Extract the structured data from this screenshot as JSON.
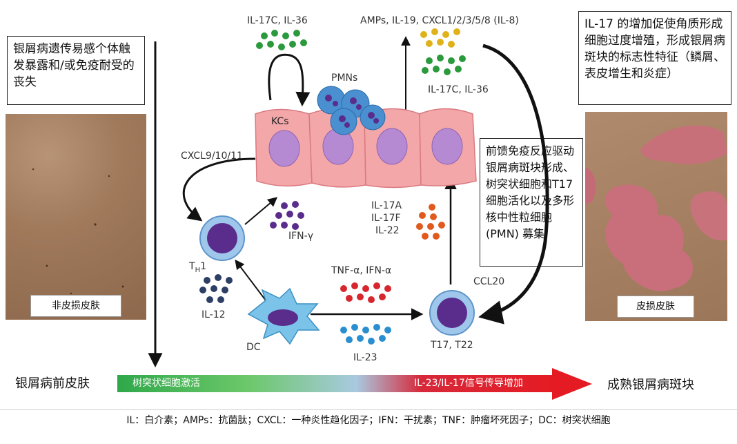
{
  "left_note": "银屑病遗传易感个体触发暴露和/或免疫耐受的丧失",
  "right_top_note": "IL-17 的增加促使角质形成细胞过度增殖，形成银屑病斑块的标志性特征（鳞屑、表皮增生和炎症）",
  "feedforward_note": "前馈免疫反应驱动银屑病斑块形成、树突状细胞和T17细胞活化以及多形核中性粒细胞 (PMN) 募集",
  "skin_left_label": "非皮损皮肤",
  "skin_right_label": "皮损皮肤",
  "bottom_left_label": "银屑病前皮肤",
  "bottom_right_label": "成熟银屑病斑块",
  "bar_left_text": "树突状细胞激活",
  "bar_right_text": "IL-23/IL-17信号传导增加",
  "footer": "IL：白介素；AMPs：抗菌肽；CXCL：一种炎性趋化因子；IFN：干扰素；TNF：肿瘤坏死因子；DC：树突状细胞",
  "labels": {
    "il17c_il36_top": "IL-17C, IL-36",
    "amps": "AMPs, IL-19, CXCL1/2/3/5/8 (IL-8)",
    "il17c_il36_right": "IL-17C, IL-36",
    "pmns": "PMNs",
    "kcs": "KCs",
    "cxcl9": "CXCL9/10/11",
    "th1_main": "T",
    "th1_sub": "H",
    "th1_tail": "1",
    "ifn_gamma": "IFN-γ",
    "il12": "IL-12",
    "dc": "DC",
    "tnf": "TNF-α, IFN-α",
    "il23": "IL-23",
    "t17": "T17, T22",
    "il17a": "IL-17A",
    "il17f": "IL-17F",
    "il22": "IL-22",
    "ccl20": "CCL20"
  },
  "colors": {
    "green_dots": "#2a9a3c",
    "yellow_dots": "#e0b21a",
    "purple_dots": "#5a2d8c",
    "navy_dots": "#2e3f66",
    "red_dots": "#d7262e",
    "blue_dots": "#2a8fd0",
    "orange_dots": "#e05a1e",
    "keratinocyte": "#f3a7a9",
    "nucleus": "#b58ad3"
  }
}
